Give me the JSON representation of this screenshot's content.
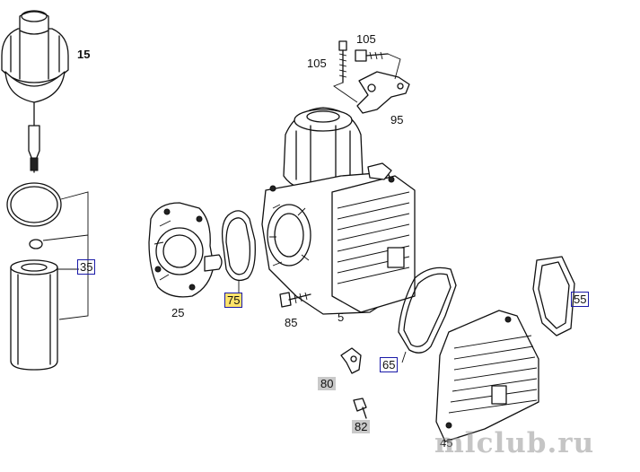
{
  "diagram": {
    "part_labels": [
      {
        "id": "p15",
        "text": "15",
        "style": "bold"
      },
      {
        "id": "p105a",
        "text": "105",
        "style": "plain"
      },
      {
        "id": "p105b",
        "text": "105",
        "style": "plain"
      },
      {
        "id": "p95",
        "text": "95",
        "style": "plain"
      },
      {
        "id": "p35",
        "text": "35",
        "style": "boxed"
      },
      {
        "id": "p25",
        "text": "25",
        "style": "plain"
      },
      {
        "id": "p75",
        "text": "75",
        "style": "highlighted"
      },
      {
        "id": "p85",
        "text": "85",
        "style": "plain"
      },
      {
        "id": "p5",
        "text": "5",
        "style": "plain"
      },
      {
        "id": "p55",
        "text": "55",
        "style": "boxed"
      },
      {
        "id": "p65",
        "text": "65",
        "style": "boxed"
      },
      {
        "id": "p80",
        "text": "80",
        "style": "grey"
      },
      {
        "id": "p82",
        "text": "82",
        "style": "grey"
      },
      {
        "id": "p45",
        "text": "45",
        "style": "plain"
      }
    ],
    "watermark": "mlclub.ru",
    "colors": {
      "line": "#111111",
      "box_border": "#1a1aa8",
      "highlight": "#ffe36b",
      "grey_tag": "#c9c9c9"
    }
  }
}
